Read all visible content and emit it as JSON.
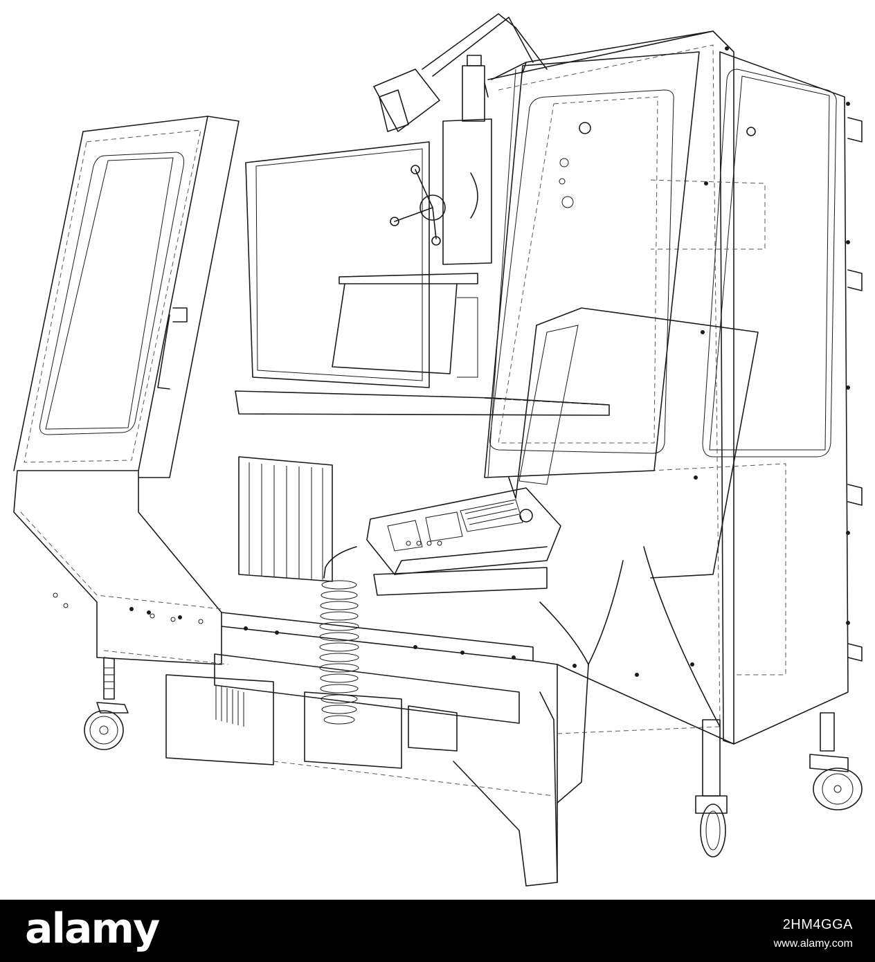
{
  "illustration": {
    "subject": "cnc-milling-machine-wireframe",
    "line_color": "#1a1a1a",
    "background": "#ffffff"
  },
  "footer": {
    "background": "#000000",
    "logo_text": "alamy",
    "image_id": "2HM4GGA",
    "site": "www.alamy.com"
  }
}
